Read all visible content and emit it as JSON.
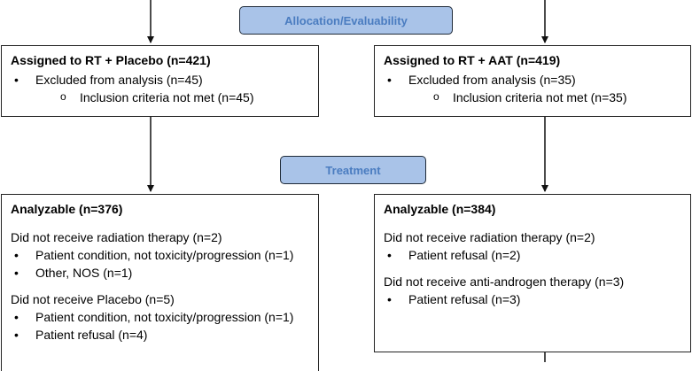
{
  "banners": {
    "allocation": "Allocation/Evaluability",
    "treatment": "Treatment"
  },
  "left_assigned": {
    "title": "Assigned to RT + Placebo (n=421)",
    "item": "Excluded from analysis (n=45)",
    "subitem": "Inclusion criteria not met (n=45)"
  },
  "right_assigned": {
    "title": "Assigned to RT + AAT (n=419)",
    "item": "Excluded from analysis (n=35)",
    "subitem": "Inclusion criteria not met (n=35)"
  },
  "left_analyzable": {
    "title": "Analyzable (n=376)",
    "group1_heading": "Did not receive radiation therapy (n=2)",
    "group1_items": [
      "Patient condition, not toxicity/progression (n=1)",
      "Other, NOS (n=1)"
    ],
    "group2_heading": "Did not receive Placebo (n=5)",
    "group2_items": [
      "Patient condition, not toxicity/progression (n=1)",
      "Patient refusal (n=4)"
    ]
  },
  "right_analyzable": {
    "title": "Analyzable (n=384)",
    "group1_heading": "Did not receive radiation therapy (n=2)",
    "group1_items": [
      "Patient refusal (n=2)"
    ],
    "group2_heading": "Did not receive anti-androgen therapy (n=3)",
    "group2_items": [
      "Patient refusal (n=3)"
    ]
  },
  "colors": {
    "banner_fill": "#a9c3e8",
    "banner_text": "#4a7cc0",
    "border": "#222222"
  }
}
